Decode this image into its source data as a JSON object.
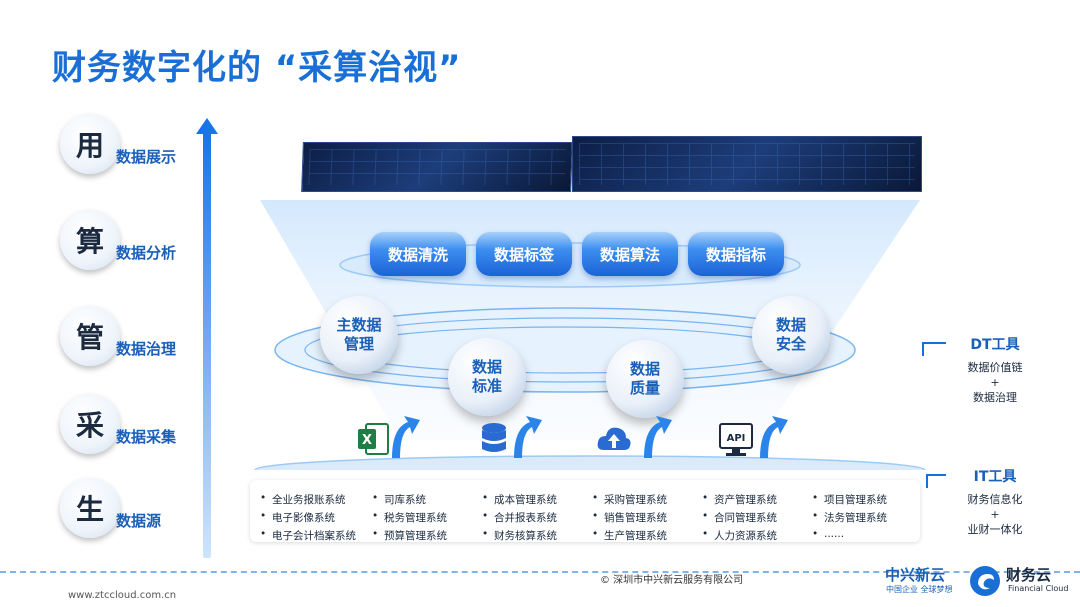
{
  "title": "财务数字化的 “采算治视”",
  "stages": [
    {
      "char": "用",
      "label": "数据展示"
    },
    {
      "char": "算",
      "label": "数据分析"
    },
    {
      "char": "管",
      "label": "数据治理"
    },
    {
      "char": "采",
      "label": "数据采集"
    },
    {
      "char": "生",
      "label": "数据源"
    }
  ],
  "cylinders": [
    "数据清洗",
    "数据标签",
    "数据算法",
    "数据指标"
  ],
  "domes": [
    {
      "line1": "主数据",
      "line2": "管理"
    },
    {
      "line1": "数据",
      "line2": "标准"
    },
    {
      "line1": "数据",
      "line2": "质量"
    },
    {
      "line1": "数据",
      "line2": "安全"
    }
  ],
  "icons": [
    {
      "name": "excel-icon",
      "text": "X"
    },
    {
      "name": "database-icon",
      "text": ""
    },
    {
      "name": "cloud-upload-icon",
      "text": ""
    },
    {
      "name": "api-monitor-icon",
      "text": "API"
    }
  ],
  "systems": [
    [
      "全业务报账系统",
      "司库系统",
      "成本管理系统",
      "采购管理系统",
      "资产管理系统",
      "项目管理系统"
    ],
    [
      "电子影像系统",
      "税务管理系统",
      "合并报表系统",
      "销售管理系统",
      "合同管理系统",
      "法务管理系统"
    ],
    [
      "电子会计档案系统",
      "预算管理系统",
      "财务核算系统",
      "生产管理系统",
      "人力资源系统",
      "......"
    ]
  ],
  "dt_tool": {
    "title": "DT工具",
    "line1": "数据价值链",
    "line2": "+",
    "line3": "数据治理"
  },
  "it_tool": {
    "title": "IT工具",
    "line1": "财务信息化",
    "line2": "+",
    "line3": "业财一体化"
  },
  "footer": {
    "copyright": "© 深圳市中兴新云服务有限公司",
    "url": "www.ztccloud.com.cn",
    "brand1": "中兴新云",
    "brand1_sub": "中国企业 全球梦想",
    "brand2": "财务云",
    "brand2_sub": "Financial Cloud"
  },
  "colors": {
    "primary": "#1a6fd6",
    "dark": "#1b2a3f"
  }
}
